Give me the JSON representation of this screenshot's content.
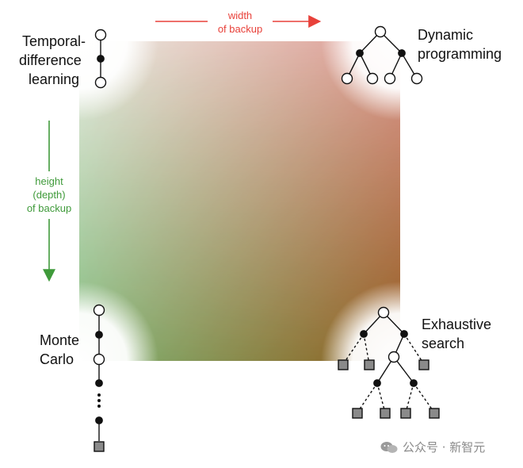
{
  "labels": {
    "td": [
      "Temporal-",
      "difference",
      "learning"
    ],
    "dp": [
      "Dynamic",
      "programming"
    ],
    "mc": [
      "Monte",
      "Carlo"
    ],
    "es": [
      "Exhaustive",
      "search"
    ]
  },
  "axes": {
    "width": [
      "width",
      "of backup"
    ],
    "height": [
      "height",
      "(depth)",
      "of backup"
    ]
  },
  "colors": {
    "red_arrow": "#e8413a",
    "green_arrow": "#3f9a3a",
    "top_left": "#ffffff",
    "top_right": "#f0a0a0",
    "bottom_left": "#8ccc8c",
    "bottom_right": "#9a5a1e",
    "center": "#9a7a50"
  },
  "watermark": "公众号 · 新智元"
}
